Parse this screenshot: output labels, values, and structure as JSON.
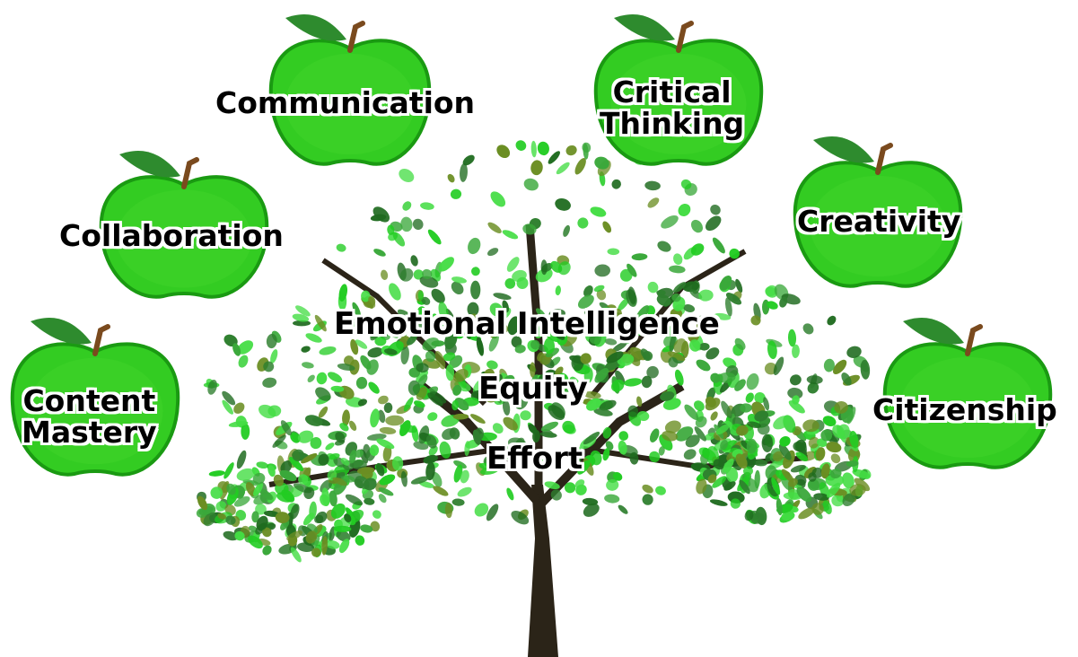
{
  "colors": {
    "apple_light": "#33cc22",
    "apple_dark": "#1a9a12",
    "leaf": "#2e8b2e",
    "stem": "#7a4a1e",
    "foliage_bright": "#22cc22",
    "foliage_dark": "#1f6b1f",
    "trunk": "#2b2418"
  },
  "apples": [
    {
      "id": "communication",
      "label": "Communication"
    },
    {
      "id": "critical-thinking",
      "label": "Critical\nThinking"
    },
    {
      "id": "collaboration",
      "label": "Collaboration"
    },
    {
      "id": "creativity",
      "label": "Creativity"
    },
    {
      "id": "content-mastery",
      "label": "Content\nMastery"
    },
    {
      "id": "citizenship",
      "label": "Citizenship"
    }
  ],
  "tree": {
    "labels": [
      "Emotional Intelligence",
      "Equity",
      "Effort"
    ]
  }
}
